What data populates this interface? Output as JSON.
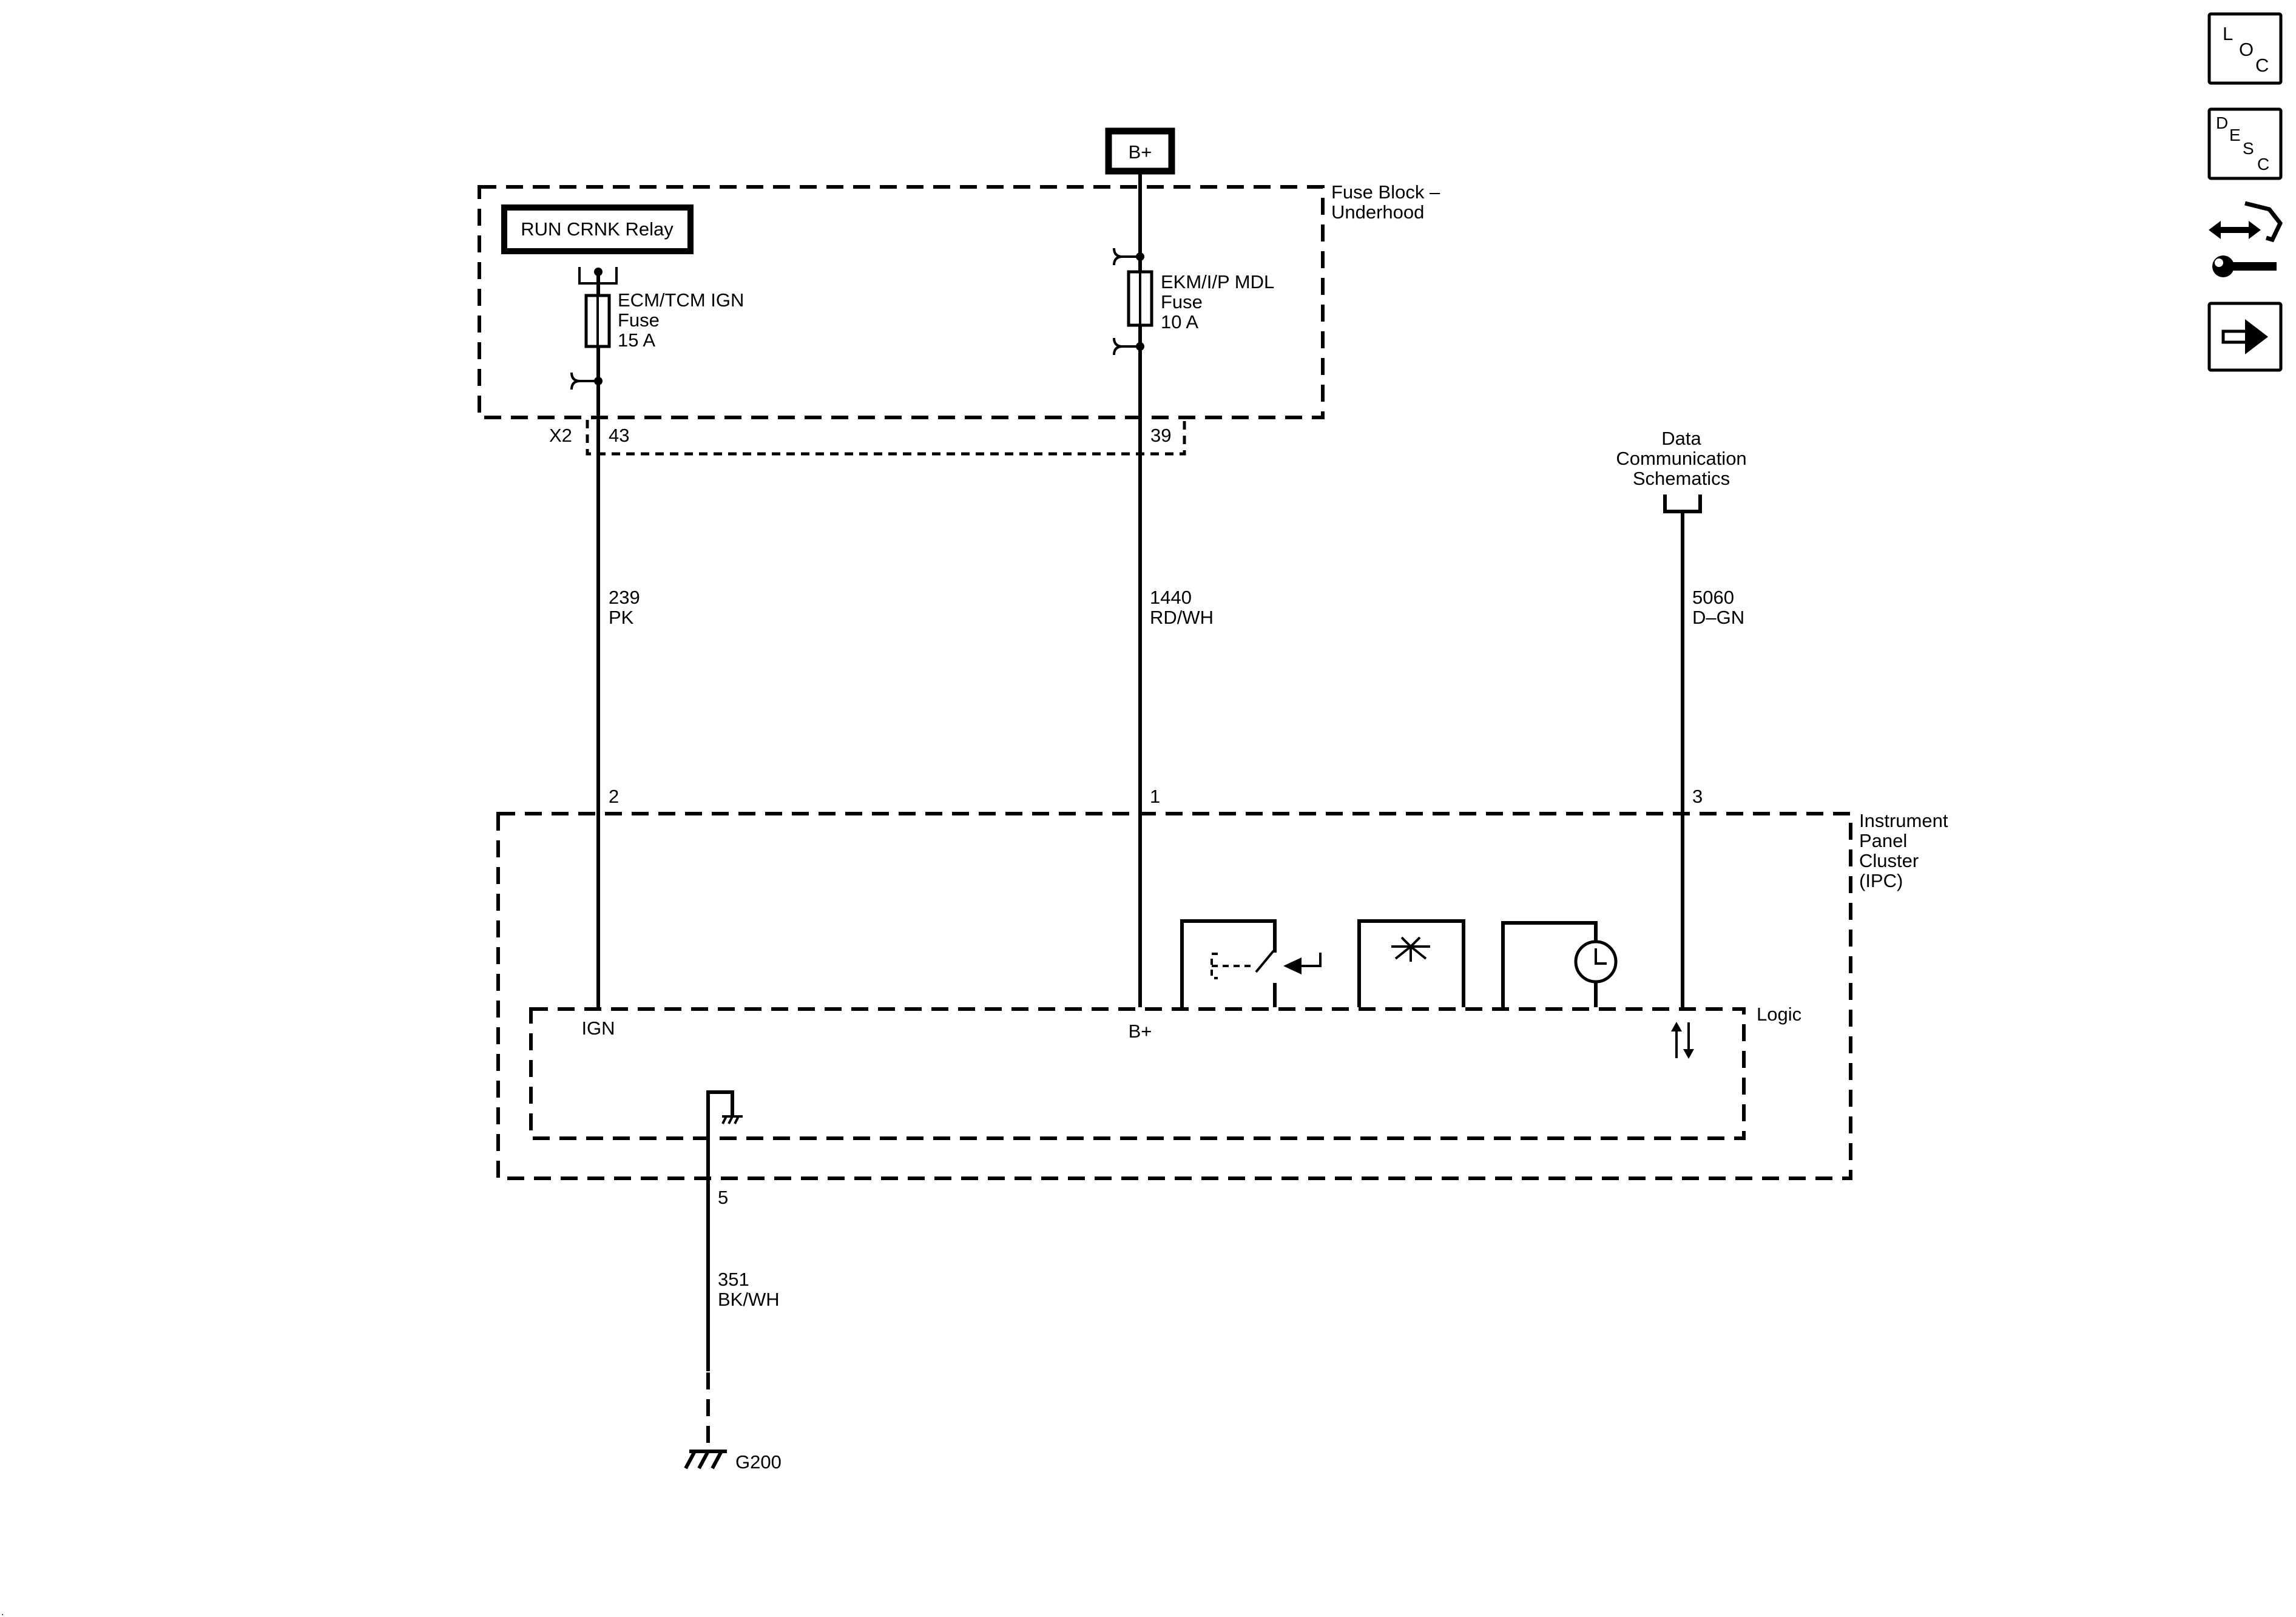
{
  "source": {
    "label": "B+"
  },
  "fuse_block": {
    "title_line1": "Fuse Block –",
    "title_line2": "Underhood",
    "relay_label": "RUN CRNK Relay",
    "fuse_left": {
      "name": "ECM/TCM IGN",
      "type": "Fuse",
      "rating": "15 A"
    },
    "fuse_right": {
      "name": "EKM/I/P MDL",
      "type": "Fuse",
      "rating": "10 A"
    },
    "connector": "X2",
    "pin_left": "43",
    "pin_right": "39"
  },
  "data_comm": {
    "line1": "Data",
    "line2": "Communication",
    "line3": "Schematics"
  },
  "wires": [
    {
      "circuit": "239",
      "color": "PK"
    },
    {
      "circuit": "1440",
      "color": "RD/WH"
    },
    {
      "circuit": "5060",
      "color": "D–GN"
    },
    {
      "circuit": "351",
      "color": "BK/WH"
    }
  ],
  "ipc": {
    "line1": "Instrument",
    "line2": "Panel",
    "line3": "Cluster",
    "line4": "(IPC)",
    "pin_ign": "2",
    "pin_bplus": "1",
    "pin_data": "3",
    "pin_ground": "5",
    "logic_label": "Logic",
    "ign_label": "IGN",
    "bplus_label": "B+"
  },
  "ground": {
    "label": "G200"
  },
  "nav_icons": [
    {
      "name": "loc-icon",
      "letters": [
        "L",
        "O",
        "C"
      ]
    },
    {
      "name": "desc-icon",
      "letters": [
        "D",
        "E",
        "S",
        "C"
      ]
    },
    {
      "name": "connector-repair-icon"
    },
    {
      "name": "next-arrow-icon"
    }
  ]
}
